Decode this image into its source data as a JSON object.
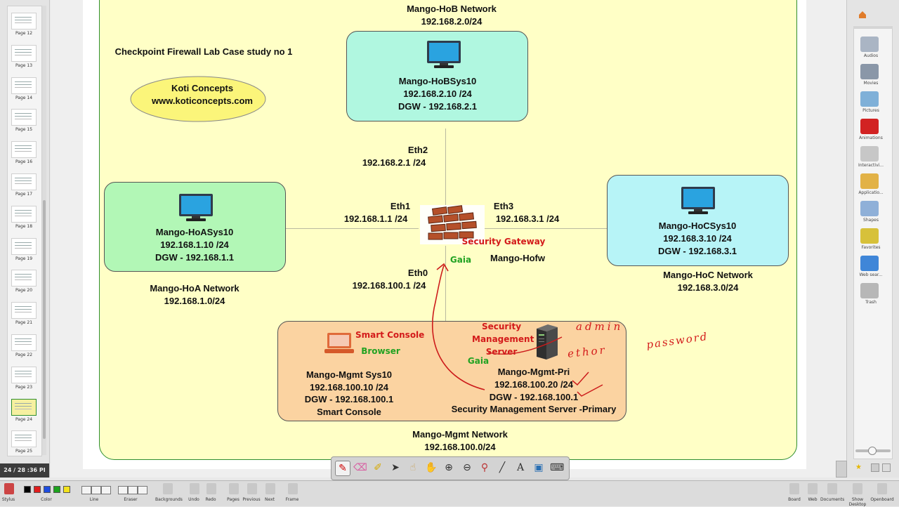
{
  "sorter": {
    "pages": [
      "Page 12",
      "Page 13",
      "Page 14",
      "Page 15",
      "Page 16",
      "Page 17",
      "Page 18",
      "Page 19",
      "Page 20",
      "Page 21",
      "Page 22",
      "Page 23",
      "Page 24",
      "Page 25"
    ],
    "clock": "24 / 28 :36 PI"
  },
  "diagram": {
    "case_title": "Checkpoint Firewall Lab Case study no 1",
    "brand": {
      "line1": "Koti Concepts",
      "line2": "www.koticoncepts.com"
    },
    "hob_network": {
      "name": "Mango-HoB Network",
      "subnet": "192.168.2.0/24"
    },
    "hob_host": {
      "name": "Mango-HoBSys10",
      "ip": "192.168.2.10 /24",
      "dgw": "DGW - 192.168.2.1"
    },
    "hoa_network": {
      "name": "Mango-HoA Network",
      "subnet": "192.168.1.0/24"
    },
    "hoa_host": {
      "name": "Mango-HoASys10",
      "ip": "192.168.1.10 /24",
      "dgw": "DGW - 192.168.1.1"
    },
    "hoc_network": {
      "name": "Mango-HoC Network",
      "subnet": "192.168.3.0/24"
    },
    "hoc_host": {
      "name": "Mango-HoCSys10",
      "ip": "192.168.3.10 /24",
      "dgw": "DGW - 192.168.3.1"
    },
    "mgmt_network": {
      "name": "Mango-Mgmt Network",
      "subnet": "192.168.100.0/24"
    },
    "eth2": {
      "name": "Eth2",
      "ip": "192.168.2.1 /24"
    },
    "eth1": {
      "name": "Eth1",
      "ip": "192.168.1.1 /24"
    },
    "eth3": {
      "name": "Eth3",
      "ip": "192.168.3.1 /24"
    },
    "eth0": {
      "name": "Eth0",
      "ip": "192.168.100.1 /24"
    },
    "gateway": {
      "role": "Security Gateway",
      "os": "Gaia",
      "name": "Mango-Hofw"
    },
    "mgmt_console": {
      "tag": "Smart Console",
      "browser": "Browser",
      "name": "Mango-Mgmt Sys10",
      "ip": "192.168.100.10 /24",
      "dgw": "DGW - 192.168.100.1",
      "role": "Smart Console"
    },
    "mgmt_server": {
      "tag1": "Security",
      "tag2": "Management",
      "tag3": "Server",
      "os": "Gaia",
      "name": "Mango-Mgmt-Pri",
      "ip": "192.168.100.20 /24",
      "dgw": "DGW - 192.168.100.1",
      "role": "Security Management Server -Primary"
    },
    "handwriting": {
      "admin": "admin",
      "eth": "ethor",
      "password": "password"
    }
  },
  "gallery": {
    "items": [
      "Audios",
      "Movies",
      "Pictures",
      "Animations",
      "Interactivi...",
      "Applicatio...",
      "Shapes",
      "Favorites",
      "Web sear...",
      "Trash"
    ]
  },
  "toolbar": {
    "items": [
      "Stylus",
      "Color",
      "Line",
      "Eraser",
      "Backgrounds",
      "Undo",
      "Redo",
      "Pages",
      "Previous",
      "Next",
      "Frame"
    ],
    "right_items": [
      "Board",
      "Web",
      "Documents",
      "Show Desktop",
      "Openboard"
    ]
  },
  "colors": {
    "outer_fill": "#ffffc6",
    "hob_fill": "#b0f7e0",
    "hoa_fill": "#b2f7b6",
    "hoc_fill": "#b7f4f7",
    "mgmt_fill": "#fbd3a1",
    "ink": "#cc1b1b"
  }
}
